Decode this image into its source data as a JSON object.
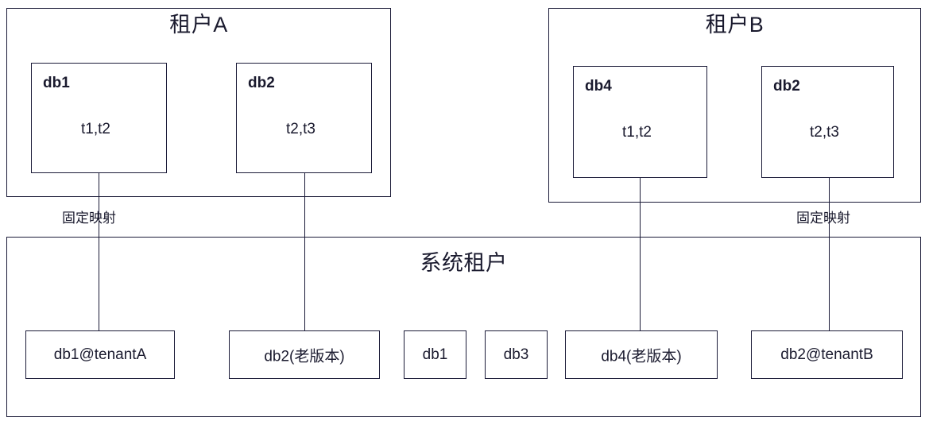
{
  "diagram": {
    "title_hidden": "",
    "line_color": "#1b1b38",
    "background": "#ffffff",
    "tenants": [
      {
        "id": "tenantA",
        "title": "租户A",
        "databases": [
          {
            "name": "db1",
            "tables": "t1,t2"
          },
          {
            "name": "db2",
            "tables": "t2,t3"
          }
        ]
      },
      {
        "id": "tenantB",
        "title": "租户B",
        "databases": [
          {
            "name": "db4",
            "tables": "t1,t2"
          },
          {
            "name": "db2",
            "tables": "t2,t3"
          }
        ]
      }
    ],
    "system": {
      "title": "系统租户",
      "items": [
        {
          "label": "db1@tenantA"
        },
        {
          "label": "db2(老版本)"
        },
        {
          "label": "db1"
        },
        {
          "label": "db3"
        },
        {
          "label": "db4(老版本)"
        },
        {
          "label": "db2@tenantB"
        }
      ]
    },
    "edges": [
      {
        "label": "固定映射",
        "from": "tenantA.db1",
        "to": "system.db1@tenantA"
      },
      {
        "label": "",
        "from": "tenantA.db2",
        "to": "system.db2(老版本)"
      },
      {
        "label": "",
        "from": "tenantB.db4",
        "to": "system.db4(老版本)"
      },
      {
        "label": "固定映射",
        "from": "tenantB.db2",
        "to": "system.db2@tenantB"
      }
    ]
  }
}
